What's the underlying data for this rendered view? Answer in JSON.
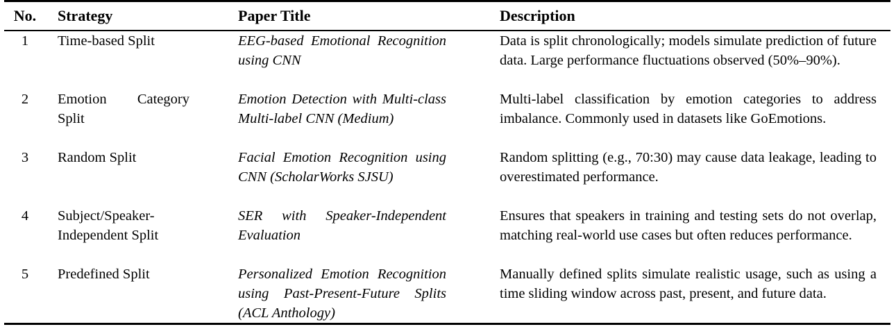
{
  "table": {
    "header": {
      "no": "No.",
      "strategy": "Strategy",
      "paper_title": "Paper Title",
      "description": "Description"
    },
    "rows": [
      {
        "no": "1",
        "strategy": "Time-based Split",
        "paper_title": "EEG-based Emotional Recog­nition using CNN",
        "description": "Data is split chronologically; models simulate pre­diction of future data. Large performance fluctu­ations observed (50%–90%)."
      },
      {
        "no": "2",
        "strategy": "Emotion Category Split",
        "paper_title": "Emotion Detection with Multi-class Multi-label CNN (Medium)",
        "description": "Multi-label classification by emotion categories to address imbalance. Commonly used in datasets like GoEmotions."
      },
      {
        "no": "3",
        "strategy": "Random Split",
        "paper_title": "Facial Emotion Recognition using CNN (ScholarWorks SJSU)",
        "description": "Random splitting (e.g., 70:30) may cause data leakage, leading to overestimated performance."
      },
      {
        "no": "4",
        "strategy": "Subject/Speaker-Independent Split",
        "paper_title": "SER with Speaker-Independent Evaluation",
        "description": "Ensures that speakers in training and testing sets do not overlap, matching real-world use cases but often reduces performance."
      },
      {
        "no": "5",
        "strategy": "Predefined Split",
        "paper_title": "Personalized Emotion Recog­nition using Past-Present-Future Splits (ACL Anthology)",
        "description": "Manually defined splits simulate realistic usage, such as using a time sliding window across past, present, and future data."
      }
    ]
  }
}
